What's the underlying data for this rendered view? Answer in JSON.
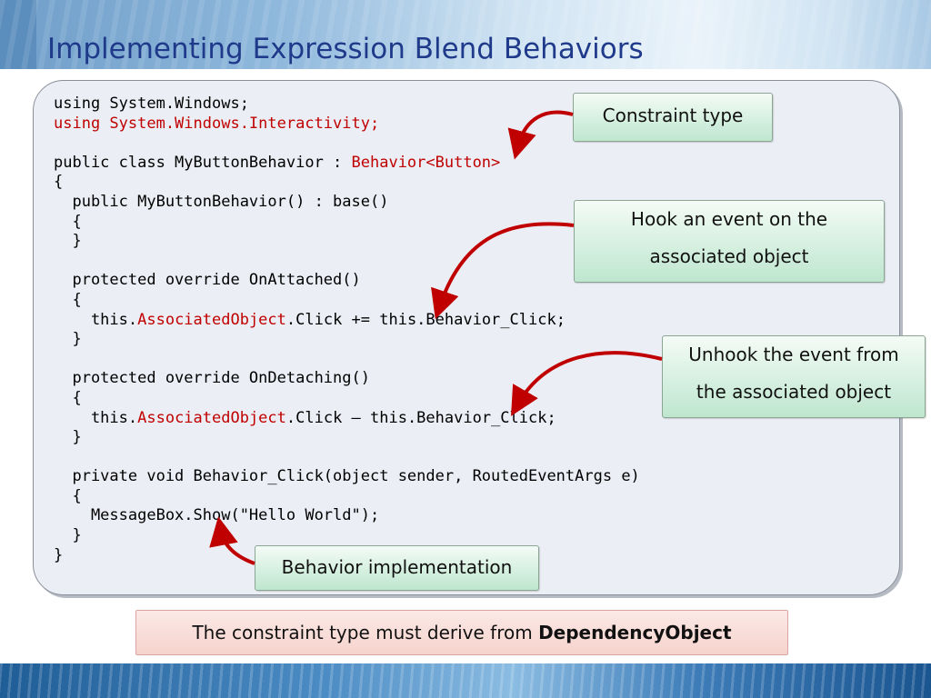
{
  "slide": {
    "title": "Implementing Expression Blend Behaviors"
  },
  "code": {
    "lines": [
      [
        {
          "t": "using System.Windows;"
        }
      ],
      [
        {
          "t": "using System.Windows.Interactivity;",
          "hl": true
        }
      ],
      [
        {
          "t": ""
        }
      ],
      [
        {
          "t": "public class MyButtonBehavior : "
        },
        {
          "t": "Behavior<Button>",
          "hl": true
        }
      ],
      [
        {
          "t": "{"
        }
      ],
      [
        {
          "t": "  public MyButtonBehavior() : base()"
        }
      ],
      [
        {
          "t": "  {"
        }
      ],
      [
        {
          "t": "  }"
        }
      ],
      [
        {
          "t": ""
        }
      ],
      [
        {
          "t": "  protected override OnAttached()"
        }
      ],
      [
        {
          "t": "  {"
        }
      ],
      [
        {
          "t": "    this."
        },
        {
          "t": "AssociatedObject",
          "hl": true
        },
        {
          "t": ".Click += this.Behavior_Click;"
        }
      ],
      [
        {
          "t": "  }"
        }
      ],
      [
        {
          "t": ""
        }
      ],
      [
        {
          "t": "  protected override OnDetaching()"
        }
      ],
      [
        {
          "t": "  {"
        }
      ],
      [
        {
          "t": "    this."
        },
        {
          "t": "AssociatedObject",
          "hl": true
        },
        {
          "t": ".Click – this.Behavior_Click;"
        }
      ],
      [
        {
          "t": "  }"
        }
      ],
      [
        {
          "t": ""
        }
      ],
      [
        {
          "t": "  private void Behavior_Click(object sender, RoutedEventArgs e)"
        }
      ],
      [
        {
          "t": "  {"
        }
      ],
      [
        {
          "t": "    MessageBox.Show(\"Hello World\");"
        }
      ],
      [
        {
          "t": "  }"
        }
      ],
      [
        {
          "t": "}"
        }
      ]
    ]
  },
  "callouts": {
    "constraint_type": "Constraint type",
    "hook_line1": "Hook an event on the",
    "hook_line2": "associated object",
    "unhook_line1": "Unhook the event from",
    "unhook_line2": "the associated object",
    "behavior_impl": "Behavior implementation"
  },
  "note": {
    "text_prefix": "The constraint type must derive from ",
    "text_bold": "DependencyObject"
  },
  "colors": {
    "title": "#1f3a8a",
    "highlight": "#c00000",
    "arrow": "#c00000",
    "callout_green": "#d6f0e0",
    "note_pink": "#f6d3cd"
  }
}
